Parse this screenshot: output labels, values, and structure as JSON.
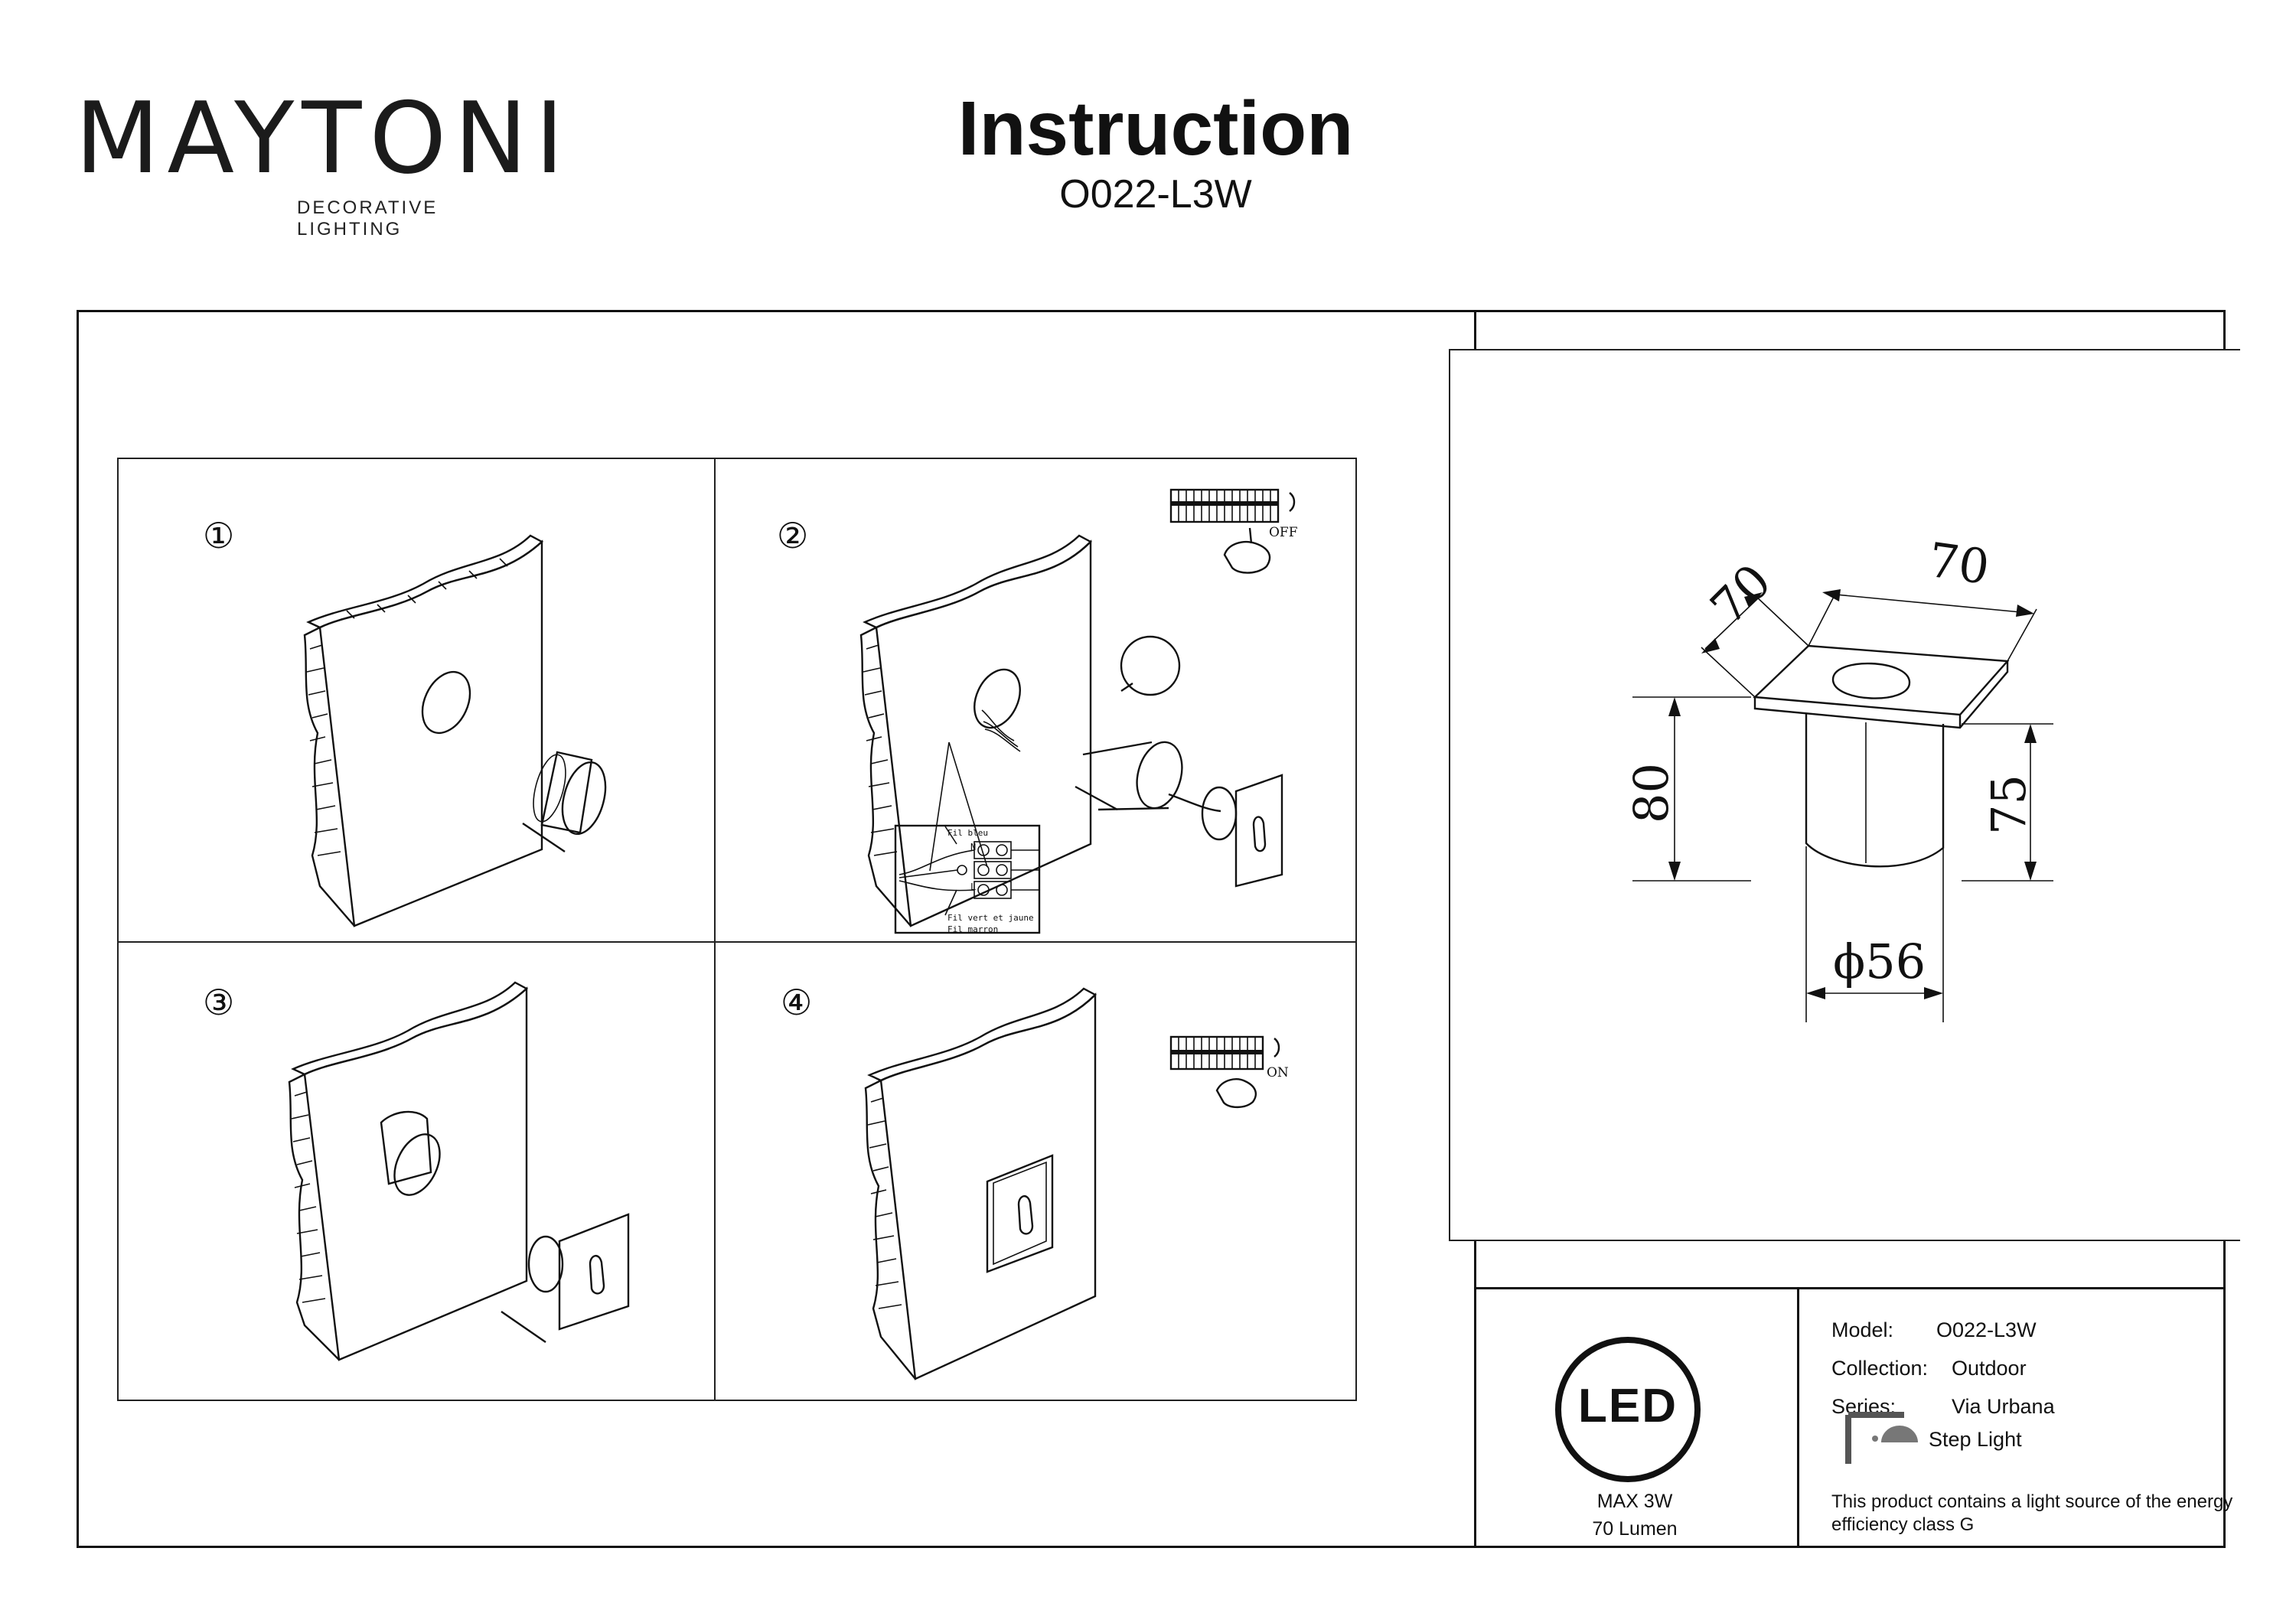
{
  "brand": {
    "wordmark": "MAYTONI",
    "tagline": "DECORATIVE LIGHTING",
    "accent_color": "#5a1e4a"
  },
  "header": {
    "title": "Instruction",
    "model": "O022-L3W"
  },
  "steps": [
    {
      "number": "①"
    },
    {
      "number": "②",
      "power_state": "OFF"
    },
    {
      "number": "③"
    },
    {
      "number": "④",
      "power_state": "ON"
    }
  ],
  "wiring": {
    "terminal_n": "N",
    "terminal_l": "L",
    "wire_blue": "Fil bleu",
    "wire_green_yellow": "Fil vert et jaune",
    "wire_brown": "Fil marron"
  },
  "dimensions": {
    "width_a": "70",
    "width_b": "70",
    "total_height": "80",
    "body_height": "75",
    "diameter": "ϕ56"
  },
  "specs": {
    "led_logo": "LED",
    "power": "MAX 3W",
    "lumen": "70 Lumen",
    "model_label": "Model:",
    "model_value": "O022-L3W",
    "collection_label": "Collection:",
    "collection_value": "Outdoor",
    "series_label": "Series:",
    "series_value": "Via Urbana",
    "type_value": "Step Light",
    "energy_note": "This product contains a light source of the energy efficiency class G"
  }
}
